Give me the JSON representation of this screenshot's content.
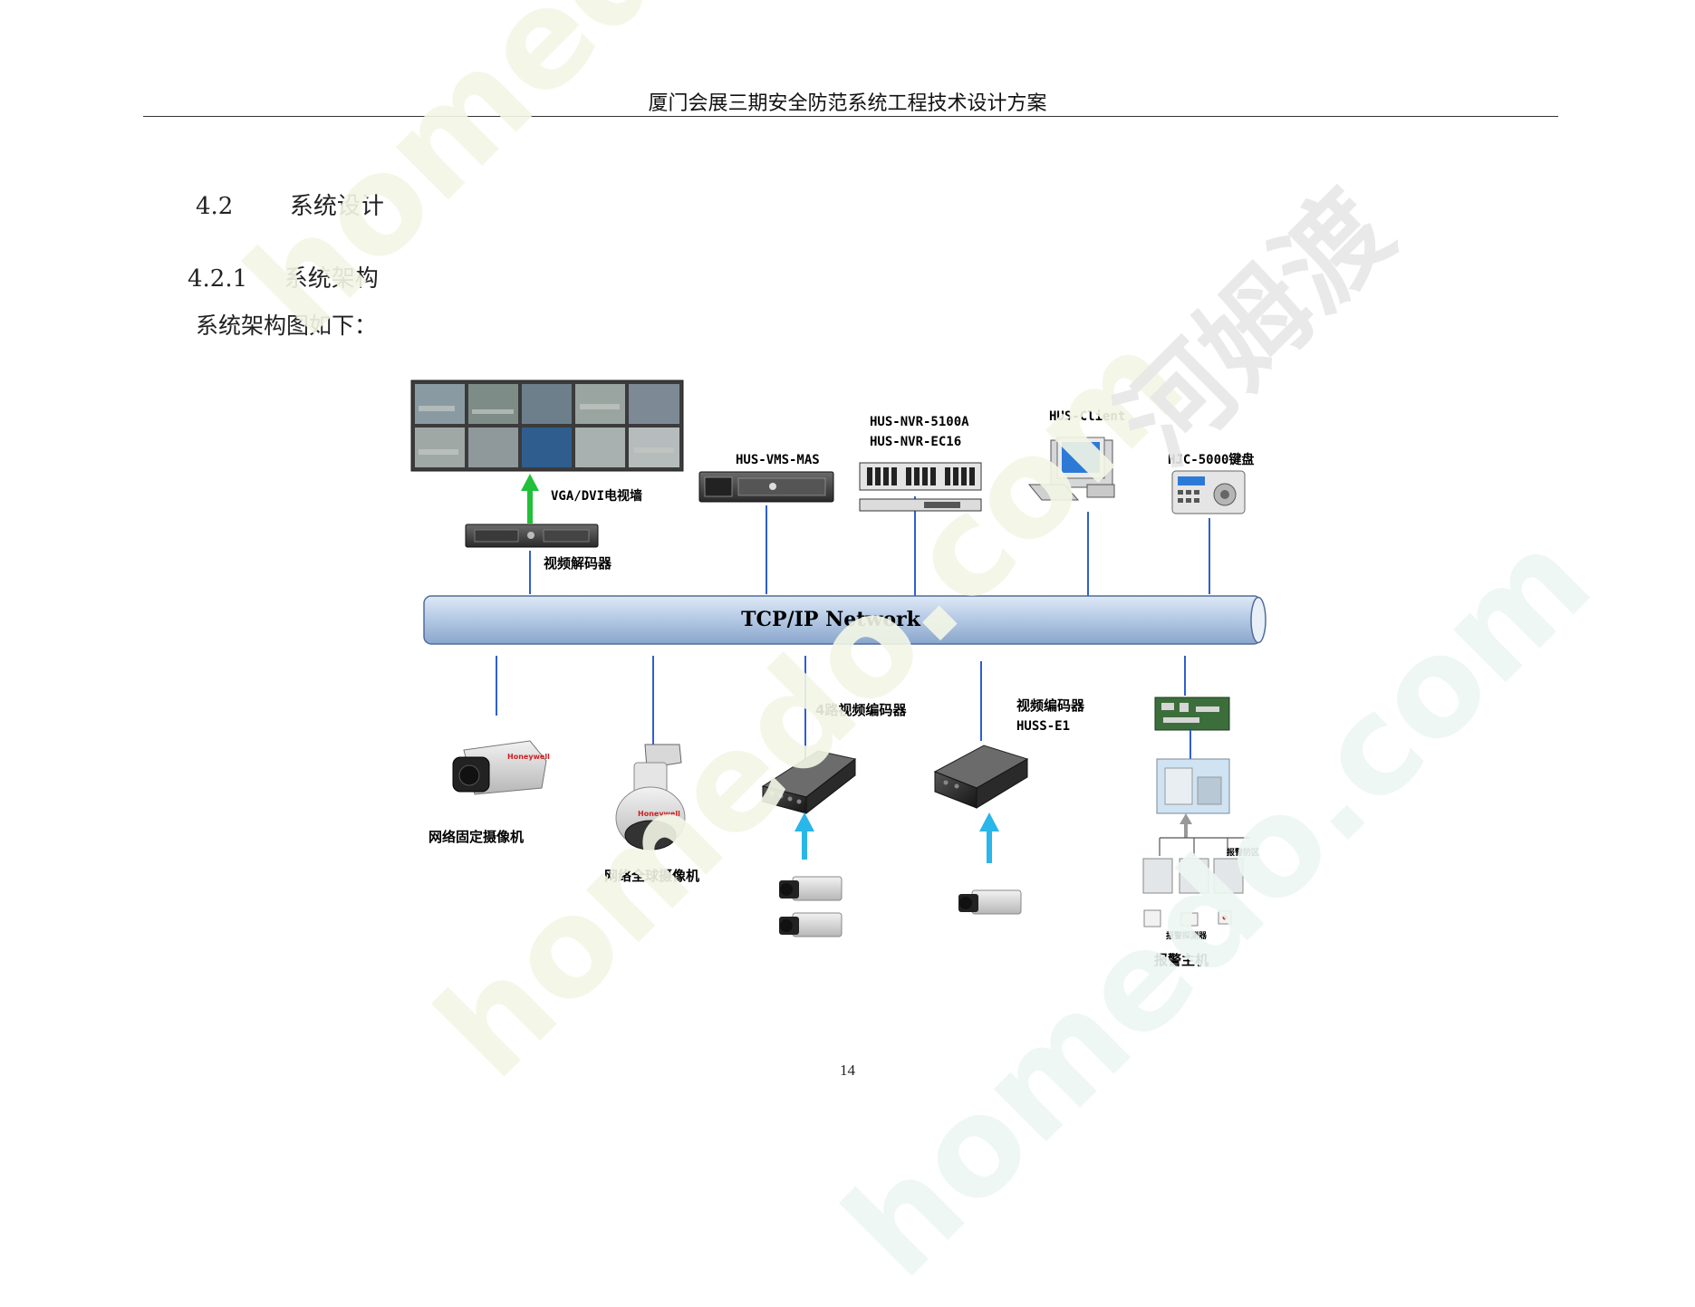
{
  "header": {
    "title": "厦门会展三期安全防范系统工程技术设计方案"
  },
  "section": {
    "number": "4.2",
    "title": "系统设计"
  },
  "subsection": {
    "number": "4.2.1",
    "title": "系统架构"
  },
  "intro": "系统架构图如下：",
  "diagram": {
    "network": "TCP/IP Network",
    "video_wall": "VGA/DVI电视墙",
    "decoder": "视频解码器",
    "vms": "HUS-VMS-MAS",
    "nvr_line1": "HUS-NVR-5100A",
    "nvr_line2": "HUS-NVR-EC16",
    "client": "HUS-Client",
    "keyboard": "HJC-5000键盘",
    "fixed_camera": "网络固定摄像机",
    "dome_camera": "网络全球摄像机",
    "encoder4": "4路视频编码器",
    "encoder_line1": "视频编码器",
    "encoder_line2": "HUSS-E1",
    "alarm_host": "报警主机",
    "alarm_zone": "报警防区",
    "alarm_detector": "报警探测器",
    "camera_brand": "Honeywell"
  },
  "watermarks": {
    "text1": "homedo.com",
    "text2": "河姆渡"
  },
  "page_number": "14",
  "colors": {
    "link_line": "#2f5fd0",
    "pipe": "#b9cde6",
    "arrow_cyan": "#29b6e8",
    "arrow_green": "#22c03a"
  }
}
